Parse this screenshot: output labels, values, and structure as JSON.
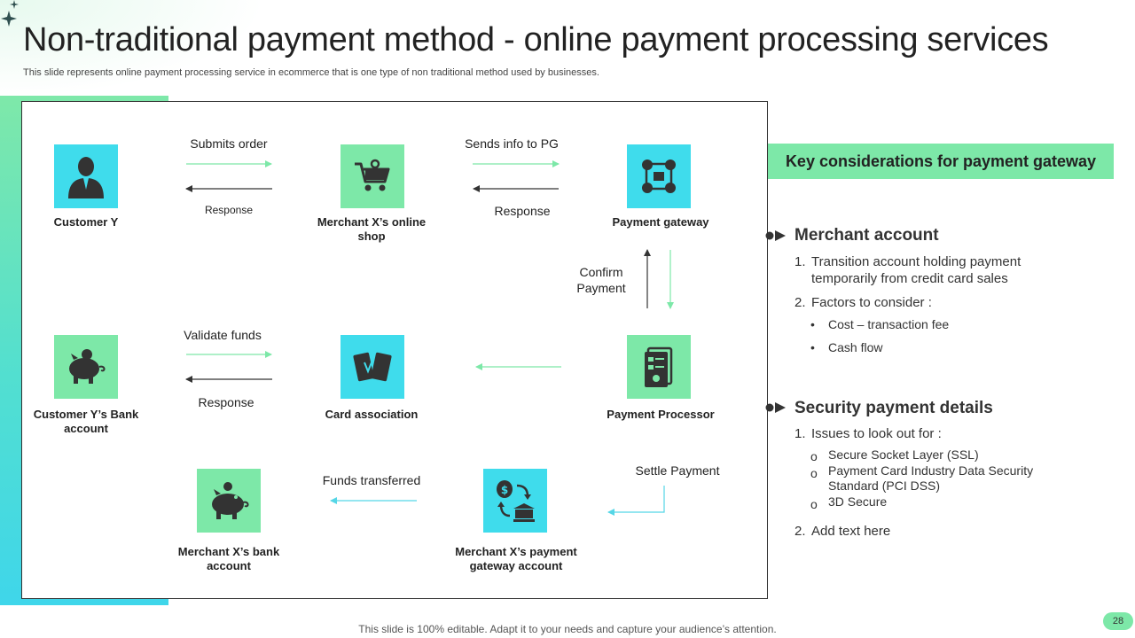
{
  "title": "Non-traditional payment method - online payment processing services",
  "subtitle": "This slide represents online payment processing service in ecommerce that is one type  of non traditional method used by businesses.",
  "colors": {
    "green": "#7de8a8",
    "cyan": "#3fdcec",
    "dark": "#333333",
    "arrow_light": "#7de8a8"
  },
  "diagram": {
    "nodes": {
      "customer": {
        "label": "Customer  Y",
        "icon": "user-icon"
      },
      "shop": {
        "label": "Merchant X’s online shop",
        "icon": "shopping-cart-icon"
      },
      "gateway": {
        "label": "Payment gateway",
        "icon": "payment-gateway-icon"
      },
      "customer_bank": {
        "label": "Customer  Y’s Bank account",
        "icon": "piggy-bank-icon"
      },
      "card_assoc": {
        "label": "Card association",
        "icon": "cards-icon"
      },
      "processor": {
        "label": "Payment Processor",
        "icon": "document-icon"
      },
      "merchant_bank": {
        "label": "Merchant X’s bank account",
        "icon": "piggy-bank-icon"
      },
      "pg_account": {
        "label": "Merchant X’s payment gateway account",
        "icon": "bank-transfer-icon"
      }
    },
    "edges": {
      "submits_order": "Submits order",
      "response1": "Response",
      "sends_info": "Sends info to PG",
      "response2": "Response",
      "confirm_payment": "Confirm Payment",
      "validate_funds": "Validate funds",
      "response3": "Response",
      "settle_payment": "Settle Payment",
      "funds_transferred": "Funds transferred"
    }
  },
  "considerations": {
    "heading": "Key considerations for payment gateway",
    "sections": [
      {
        "title": "Merchant account",
        "items": [
          {
            "num": "1.",
            "text": "Transition account holding payment temporarily from credit card sales"
          },
          {
            "num": "2.",
            "text": "Factors to consider :"
          }
        ],
        "bullets": [
          "Cost – transaction fee",
          "Cash flow"
        ]
      },
      {
        "title": "Security payment details",
        "items": [
          {
            "num": "1.",
            "text": "Issues  to look out for :"
          },
          {
            "num": "2.",
            "text": "Add text here"
          }
        ],
        "bullets": [
          "Secure Socket Layer (SSL)",
          "Payment Card Industry Data Security Standard (PCI DSS)",
          "3D Secure"
        ]
      }
    ]
  },
  "footer": "This slide is 100% editable. Adapt it to your needs and capture your audience’s attention.",
  "page_number": "28"
}
